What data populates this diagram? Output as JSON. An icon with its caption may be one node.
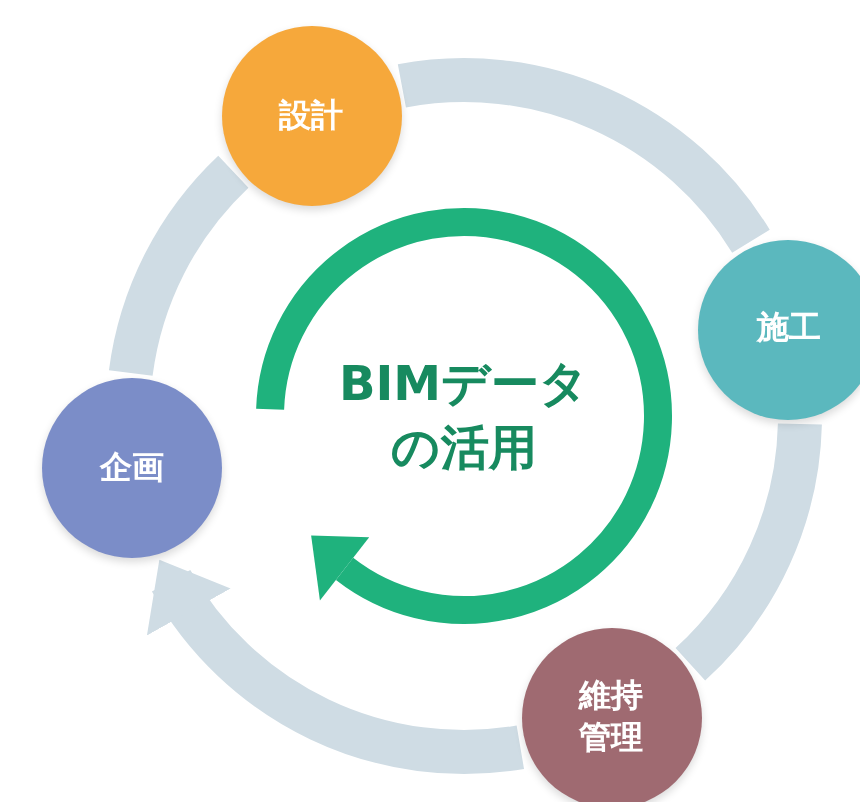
{
  "diagram": {
    "nodes": [
      {
        "text": [
          "設計"
        ]
      },
      {
        "text": [
          "施工"
        ]
      },
      {
        "text": [
          "BIMデータの活用"
        ]
      },
      {
        "text": [
          "企画"
        ]
      },
      {
        "text": [
          "維持管理"
        ]
      }
    ],
    "edges": [
      {
        "from": 3,
        "to": 0,
        "arrow": "none"
      },
      {
        "from": 0,
        "to": 1,
        "arrow": "none"
      },
      {
        "from": 1,
        "to": 4,
        "arrow": "none"
      },
      {
        "from": 4,
        "to": 3,
        "arrow": "to"
      }
    ]
  }
}
